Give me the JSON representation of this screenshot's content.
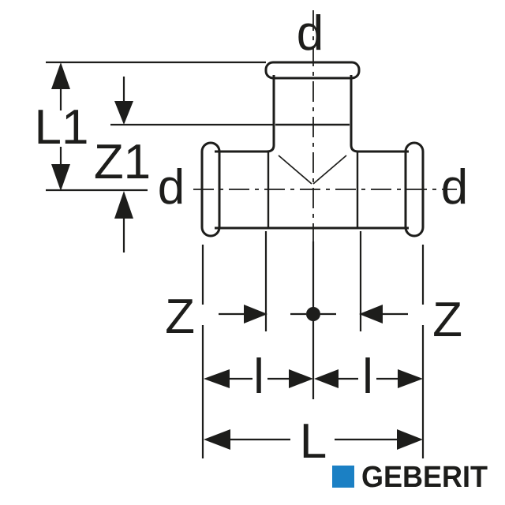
{
  "diagram": {
    "labels": {
      "branch_diameter": "d",
      "left_diameter": "d",
      "right_diameter": "d",
      "overall_height": "L1",
      "branch_offset": "Z1",
      "z_left": "Z",
      "z_right": "Z",
      "insertion_left": "l",
      "insertion_right": "l",
      "overall_length": "L"
    },
    "colors": {
      "line": "#1d1d1b",
      "background": "#ffffff"
    }
  },
  "logo": {
    "wordmark": "GEBERIT",
    "square_color": "#1b80c4",
    "text_color": "#1d1d1b"
  }
}
